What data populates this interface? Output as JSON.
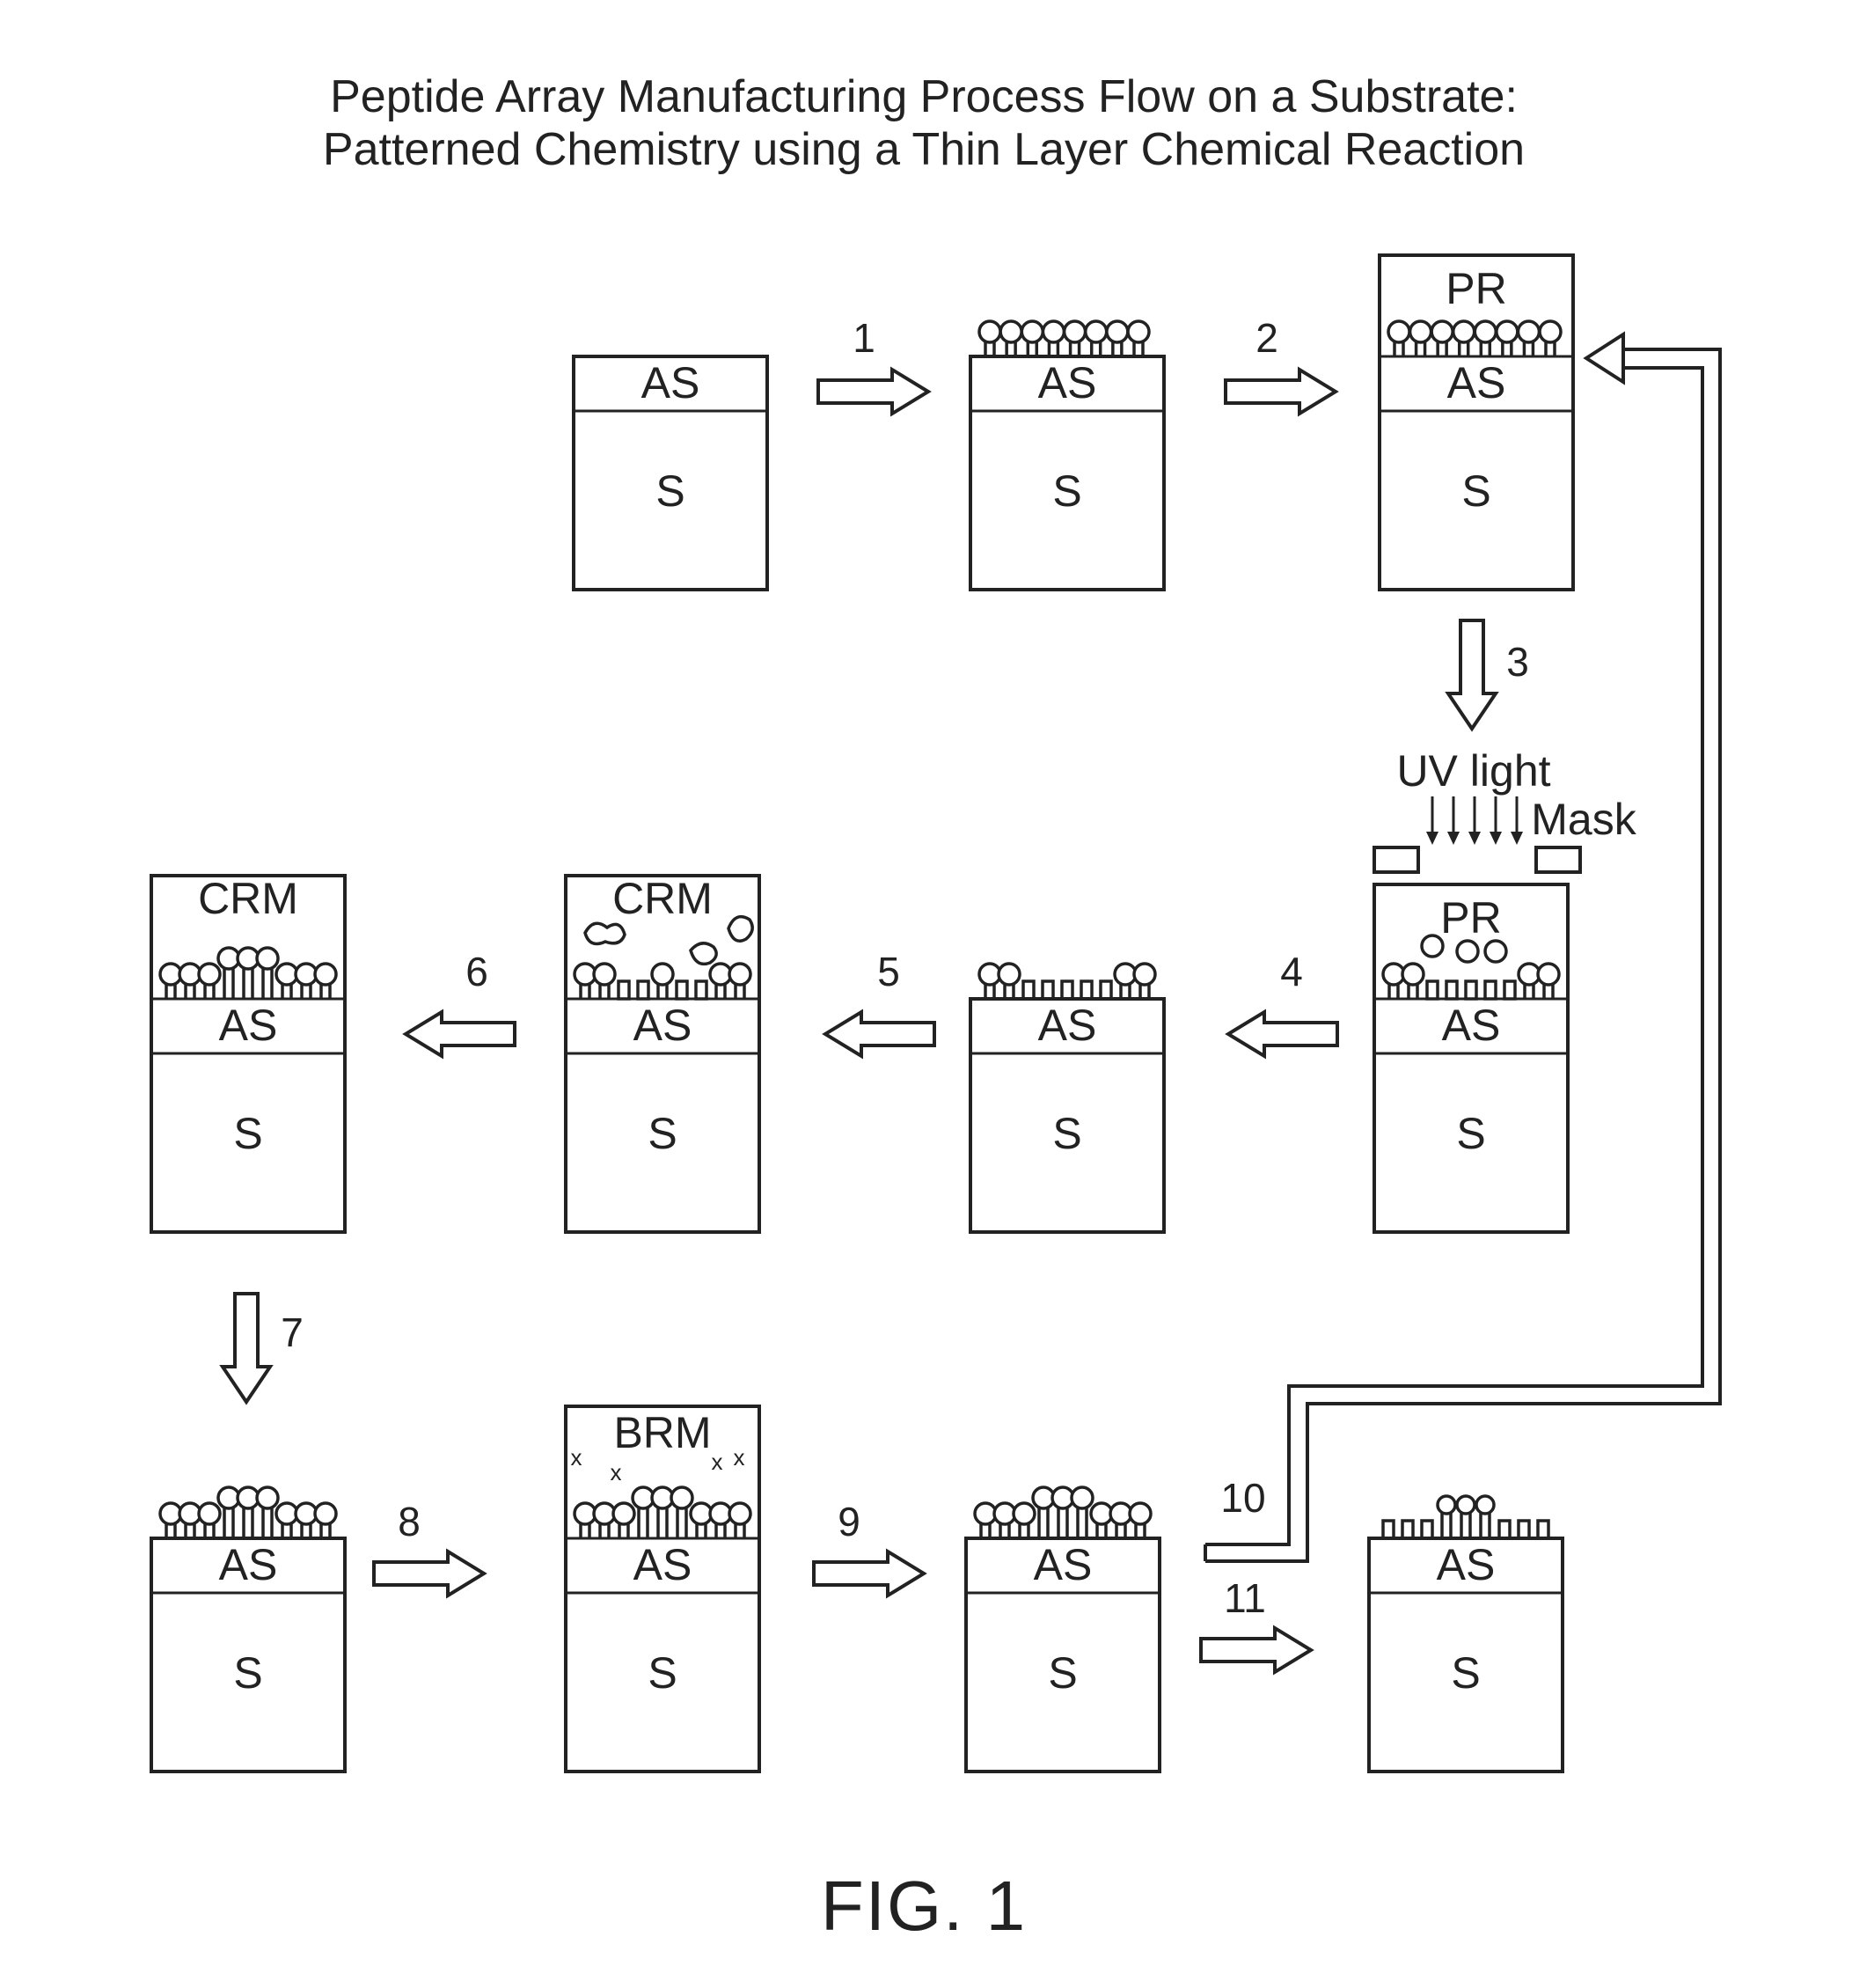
{
  "title": {
    "line1": "Peptide Array Manufacturing Process Flow on a Substrate:",
    "line2": "Patterned Chemistry using a Thin Layer Chemical Reaction"
  },
  "figure_label": "FIG. 1",
  "layers": {
    "substrate": "S",
    "active_surface": "AS",
    "photoresist": "PR",
    "coupling_reagent_matrix": "CRM",
    "blocking_reagent_matrix": "BRM"
  },
  "uv": {
    "light_label": "UV light",
    "mask_label": "Mask"
  },
  "steps": [
    "1",
    "2",
    "3",
    "4",
    "5",
    "6",
    "7",
    "8",
    "9",
    "10",
    "11"
  ]
}
